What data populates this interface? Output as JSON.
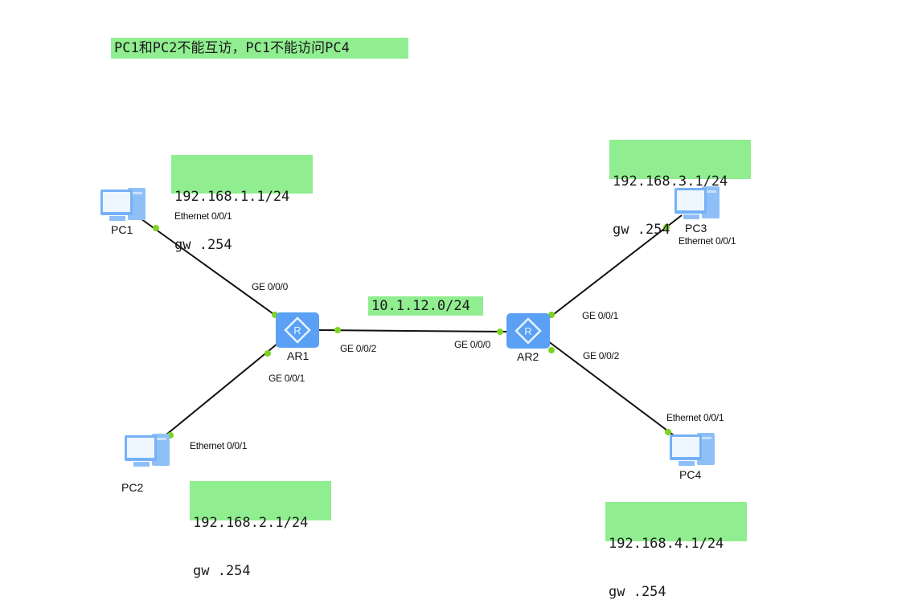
{
  "title_note": "PC1和PC2不能互访，PC1不能访问PC4",
  "subnet_note": "10.1.12.0/24",
  "colors": {
    "note_bg": "#90ee90",
    "device": "#5aa0f5",
    "port_dot": "#7ed321",
    "link": "#111111"
  },
  "devices": {
    "pc1": {
      "name": "PC1",
      "type": "pc-icon",
      "ip_note": [
        "192.168.1.1/24",
        "gw .254"
      ],
      "port": "Ethernet 0/0/1"
    },
    "pc2": {
      "name": "PC2",
      "type": "pc-icon",
      "ip_note": [
        "192.168.2.1/24",
        "gw .254"
      ],
      "port": "Ethernet 0/0/1"
    },
    "pc3": {
      "name": "PC3",
      "type": "pc-icon",
      "ip_note": [
        "192.168.3.1/24",
        "gw .254"
      ],
      "port": "Ethernet 0/0/1"
    },
    "pc4": {
      "name": "PC4",
      "type": "pc-icon",
      "ip_note": [
        "192.168.4.1/24",
        "gw .254"
      ],
      "port": "Ethernet 0/0/1"
    },
    "ar1": {
      "name": "AR1",
      "type": "router-icon",
      "ports": {
        "to_pc1": "GE 0/0/0",
        "to_pc2": "GE 0/0/1",
        "to_ar2": "GE 0/0/2"
      }
    },
    "ar2": {
      "name": "AR2",
      "type": "router-icon",
      "ports": {
        "to_ar1": "GE 0/0/0",
        "to_pc3": "GE 0/0/1",
        "to_pc4": "GE 0/0/2"
      }
    }
  },
  "links": [
    {
      "from": "PC1",
      "from_port": "Ethernet 0/0/1",
      "to": "AR1",
      "to_port": "GE 0/0/0"
    },
    {
      "from": "PC2",
      "from_port": "Ethernet 0/0/1",
      "to": "AR1",
      "to_port": "GE 0/0/1"
    },
    {
      "from": "AR1",
      "from_port": "GE 0/0/2",
      "to": "AR2",
      "to_port": "GE 0/0/0"
    },
    {
      "from": "AR2",
      "from_port": "GE 0/0/1",
      "to": "PC3",
      "to_port": "Ethernet 0/0/1"
    },
    {
      "from": "AR2",
      "from_port": "GE 0/0/2",
      "to": "PC4",
      "to_port": "Ethernet 0/0/1"
    }
  ]
}
